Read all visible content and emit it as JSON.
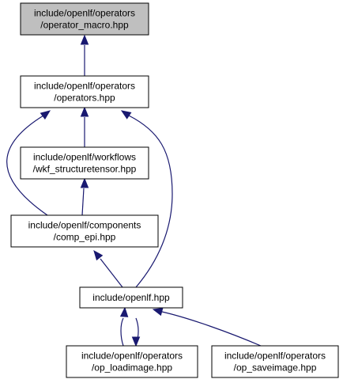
{
  "graph": {
    "colors": {
      "root_fill": "#bfbfbf",
      "node_fill": "#ffffff",
      "edge": "#191970",
      "text": "#000000"
    },
    "nodes": [
      {
        "id": "operator_macro",
        "lines": [
          "include/openlf/operators",
          "/operator_macro.hpp"
        ]
      },
      {
        "id": "operators",
        "lines": [
          "include/openlf/operators",
          "/operators.hpp"
        ]
      },
      {
        "id": "wkf_structuretensor",
        "lines": [
          "include/openlf/workflows",
          "/wkf_structuretensor.hpp"
        ]
      },
      {
        "id": "comp_epi",
        "lines": [
          "include/openlf/components",
          "/comp_epi.hpp"
        ]
      },
      {
        "id": "openlf",
        "lines": [
          "include/openlf.hpp"
        ]
      },
      {
        "id": "op_loadimage",
        "lines": [
          "include/openlf/operators",
          "/op_loadimage.hpp"
        ]
      },
      {
        "id": "op_saveimage",
        "lines": [
          "include/openlf/operators",
          "/op_saveimage.hpp"
        ]
      }
    ],
    "edges": [
      {
        "from": "operators",
        "to": "operator_macro"
      },
      {
        "from": "wkf_structuretensor",
        "to": "operators"
      },
      {
        "from": "comp_epi",
        "to": "operators"
      },
      {
        "from": "openlf",
        "to": "operators"
      },
      {
        "from": "comp_epi",
        "to": "wkf_structuretensor"
      },
      {
        "from": "openlf",
        "to": "comp_epi"
      },
      {
        "from": "op_loadimage",
        "to": "openlf"
      },
      {
        "from": "openlf",
        "to": "op_loadimage"
      },
      {
        "from": "op_saveimage",
        "to": "openlf"
      }
    ]
  }
}
